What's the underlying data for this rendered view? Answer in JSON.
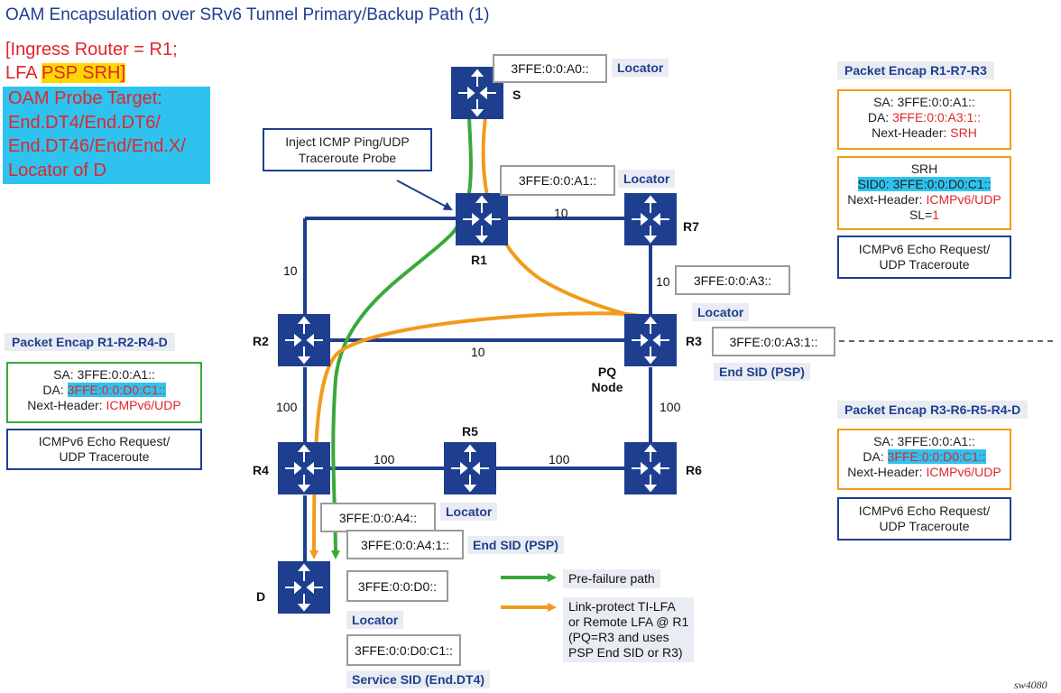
{
  "title": "OAM Encapsulation over SRv6 Tunnel Primary/Backup Path (1)",
  "ingress": {
    "line1": "[Ingress Router = R1;",
    "lfa_prefix": "LFA ",
    "lfa_highlight": "PSP SRH]"
  },
  "probe_target": [
    "OAM Probe Target:",
    "End.DT4/End.DT6/",
    "End.DT46/End/End.X/",
    "Locator of D"
  ],
  "callout": "Inject ICMP Ping/UDP Traceroute Probe",
  "routers": {
    "S": "S",
    "R1": "R1",
    "R7": "R7",
    "R2": "R2",
    "R3": "R3",
    "R4": "R4",
    "R5": "R5",
    "R6": "R6",
    "D": "D"
  },
  "pq_node": "PQ Node",
  "metrics": {
    "r1_r7": "10",
    "r1_r2": "10",
    "r7_r3": "10",
    "r2_r3": "10",
    "r2_r4": "100",
    "r3_r6": "100",
    "r4_r5": "100",
    "r5_r6": "100"
  },
  "metric_colors": {
    "r3_r6": "#e0262a"
  },
  "addresses": {
    "s": "3FFE:0:0:A0::",
    "r1": "3FFE:0:0:A1::",
    "r3": "3FFE:0:0:A3::",
    "r3_sid": "3FFE:0:0:A3:1::",
    "r4": "3FFE:0:0:A4::",
    "r4_sid": "3FFE:0:0:A4:1::",
    "d": "3FFE:0:0:D0::",
    "d_sid": "3FFE:0:0:D0:C1::"
  },
  "tags": {
    "s_locator": "Locator",
    "r1_locator": "Locator",
    "r3_locator": "Locator",
    "r3_end_sid": "End SID (PSP)",
    "r5_locator": "Locator",
    "r4_end_sid": "End SID (PSP)",
    "d_locator": "Locator",
    "d_service": "Service SID (End.DT4)"
  },
  "packet_r1_r7_r3": {
    "title": "Packet Encap R1-R7-R3",
    "sa_label": "SA:",
    "sa": "3FFE:0:0:A1::",
    "da_label": "DA:",
    "da": "3FFE:0:0:A3:1::",
    "nh_label": "Next-Header:",
    "nh": "SRH",
    "srh_title": "SRH",
    "sid0": "SID0: 3FFE:0:0:D0:C1::",
    "srh_nh_label": "Next-Header:",
    "srh_nh": "ICMPv6/UDP",
    "sl_label": "SL=",
    "sl": "1",
    "payload_1": "ICMPv6 Echo Request/",
    "payload_2": "UDP Traceroute"
  },
  "packet_r1_r2_r4_d": {
    "title": "Packet Encap R1-R2-R4-D",
    "sa_label": "SA:",
    "sa": "3FFE:0:0:A1::",
    "da_label": "DA:",
    "da": "3FFE:0:0:D0:C1::",
    "nh_label": "Next-Header:",
    "nh": "ICMPv6/UDP",
    "payload_1": "ICMPv6 Echo Request/",
    "payload_2": "UDP Traceroute"
  },
  "packet_r3_r6_r5_r4_d": {
    "title": "Packet Encap R3-R6-R5-R4-D",
    "sa_label": "SA:",
    "sa": "3FFE:0:0:A1::",
    "da_label": "DA:",
    "da": "3FFE:0:0:D0:C1::",
    "nh_label": "Next-Header:",
    "nh": "ICMPv6/UDP",
    "payload_1": "ICMPv6 Echo Request/",
    "payload_2": "UDP Traceroute"
  },
  "legend": {
    "green": "Pre-failure path",
    "orange": [
      "Link-protect TI-LFA",
      "or Remote LFA @ R1",
      "(PQ=R3 and uses",
      "PSP End SID or R3)"
    ]
  },
  "colors": {
    "router": "#1e3f8f",
    "green_path": "#3aa83a",
    "orange_path": "#f29a1a",
    "highlight_red": "#e0262a",
    "highlight_cyan": "#2ec3ef",
    "highlight_yellow": "#ffd700"
  },
  "footer": "sw4080"
}
